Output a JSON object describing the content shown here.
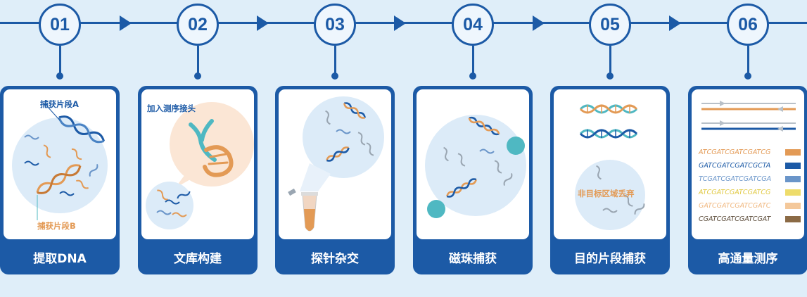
{
  "steps": [
    {
      "number": "01",
      "label": "提取DNA",
      "annotations": [
        "捕获片段A",
        "捕获片段B"
      ]
    },
    {
      "number": "02",
      "label": "文库构建",
      "annotations": [
        "加入测序接头"
      ]
    },
    {
      "number": "03",
      "label": "探针杂交",
      "annotations": []
    },
    {
      "number": "04",
      "label": "磁珠捕获",
      "annotations": []
    },
    {
      "number": "05",
      "label": "目的片段捕获",
      "annotations": [
        "非目标区域丢弃"
      ]
    },
    {
      "number": "06",
      "label": "高通量测序",
      "annotations": []
    }
  ],
  "sequences": [
    {
      "text": "ATCGATCGATCGATCG",
      "color": "#e39a55"
    },
    {
      "text": "GATCGATCGATCGCTA",
      "color": "#1c5aa6"
    },
    {
      "text": "TCGATCGATCGATCGA",
      "color": "#6a95c9"
    },
    {
      "text": "ATCGATCGATCGATCG",
      "color": "#eedc6a"
    },
    {
      "text": "GATCGATCGATCGATC",
      "color": "#f4c89a"
    },
    {
      "text": "CGATCGATCGATCGAT",
      "color": "#8b6a45"
    }
  ],
  "colors": {
    "primary": "#1c5aa6",
    "orange": "#e39a55",
    "teal": "#4fb8c2",
    "background": "#dfeef9"
  },
  "icons": [
    "dna-helix-icon",
    "fragment-icon",
    "tube-icon",
    "bead-icon",
    "read-line-icon"
  ]
}
